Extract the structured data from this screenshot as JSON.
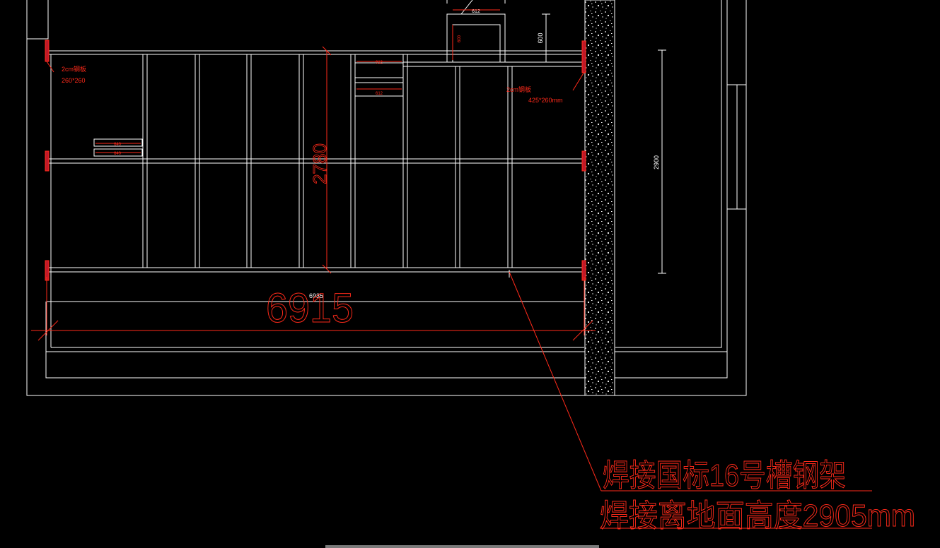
{
  "drawing": {
    "dimensions": {
      "width_label": "6915",
      "width_small": "6935",
      "height_label": "2780",
      "wall_height": "2900",
      "top_offset": "600",
      "top_small_a": "612",
      "top_small_b": "600"
    },
    "channel_tags": {
      "a": "640",
      "b": "640",
      "c": "612",
      "d": "612"
    },
    "plates": {
      "left_line1": "2cm钢板",
      "left_line2": "260*260",
      "right_line1": "2cm钢板",
      "right_line2": "425*260mm"
    },
    "note": {
      "line1": "焊接国标16号槽钢架",
      "line2": "焊接离地面高度2905mm"
    },
    "colors": {
      "background": "#000000",
      "linework": "#ffffff",
      "annotation": "#ff2a1a"
    }
  }
}
